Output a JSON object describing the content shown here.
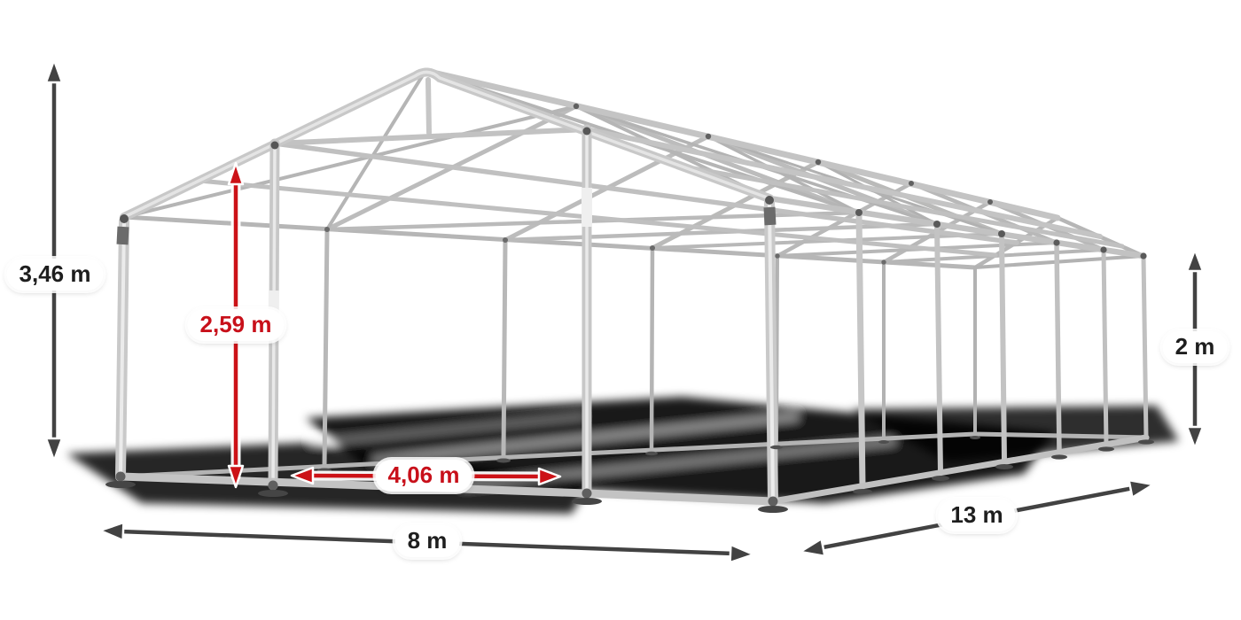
{
  "figure": {
    "title": "Tent steel frame dimension drawing",
    "background": "#ffffff"
  },
  "colors": {
    "tube_light": "#c8c8c8",
    "tube_mid": "#b9b9b9",
    "tube_far": "#b0b0b0",
    "joint_dark": "#565656",
    "shadow": "#050505",
    "arrow_dark": "#424242",
    "arrow_red": "#cc1217",
    "text_dark": "#1e1e1e",
    "text_red": "#c8101a",
    "pill_bg": "#ffffff"
  },
  "measurements": {
    "total_height": {
      "value": "3,46 m",
      "style": "dark"
    },
    "inner_height": {
      "value": "2,59 m",
      "style": "red"
    },
    "door_width": {
      "value": "4,06 m",
      "style": "red"
    },
    "width": {
      "value": "8 m",
      "style": "dark"
    },
    "length": {
      "value": "13 m",
      "style": "dark"
    },
    "side_height": {
      "value": "2 m",
      "style": "dark"
    }
  }
}
